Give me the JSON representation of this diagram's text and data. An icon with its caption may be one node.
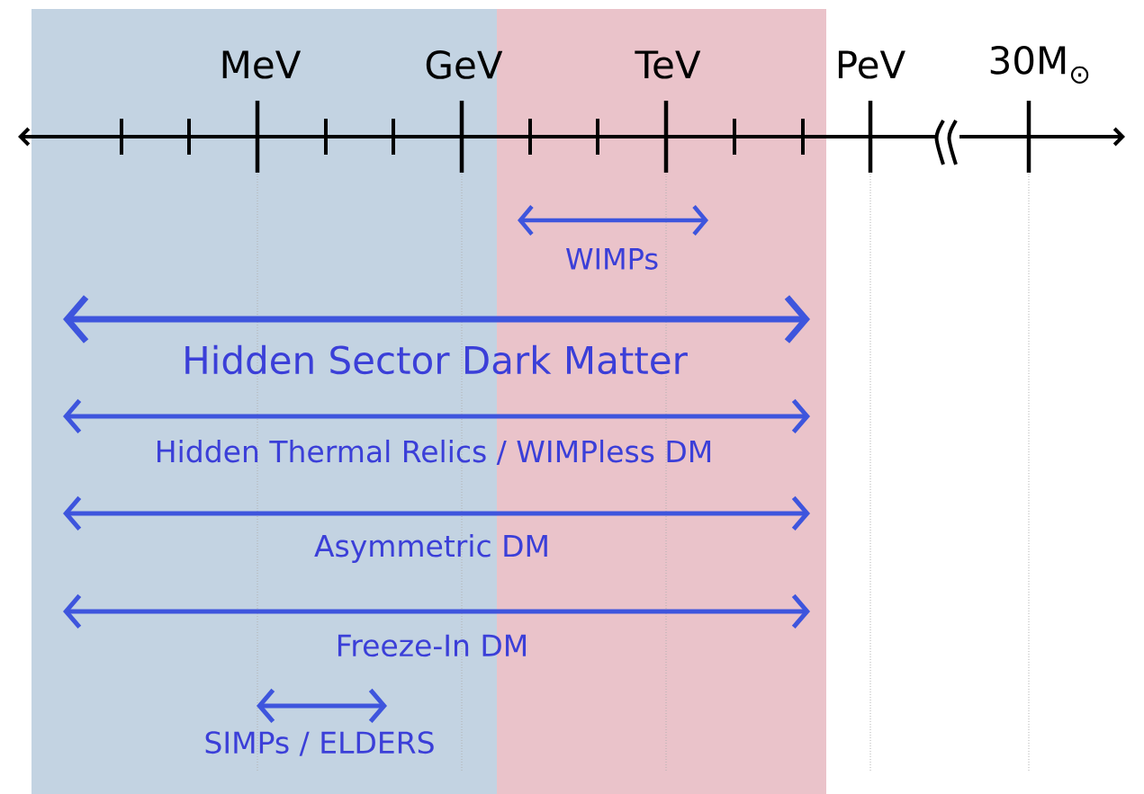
{
  "diagram": {
    "labels": [
      "MeV",
      "GeV",
      "TeV",
      "PeV",
      "30M$_{⊙}$",
      "WIMPs",
      "Hidden Sector Dark Matter",
      "Hidden Thermal Relics / WIMPless DM",
      "Asymmetric DM",
      "Freeze-In DM",
      "SIMPs / ELDERS"
    ]
  }
}
